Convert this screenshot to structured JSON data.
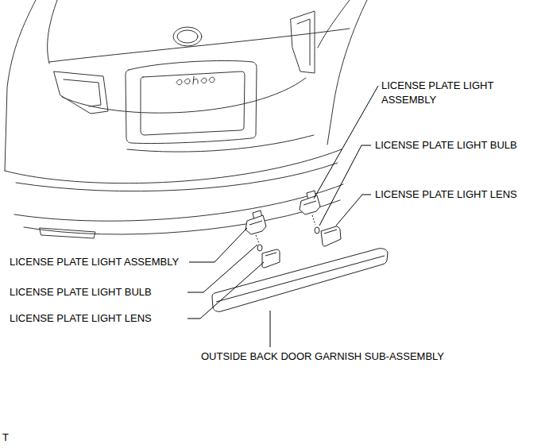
{
  "diagram": {
    "labels": [
      "LICENSE PLATE LIGHT ASSEMBLY",
      "LICENSE PLATE LIGHT BULB",
      "LICENSE PLATE LIGHT LENS",
      "LICENSE PLATE LIGHT ASSEMBLY",
      "LICENSE PLATE LIGHT BULB",
      "LICENSE PLATE LIGHT LENS",
      "OUTSIDE BACK DOOR GARNISH SUB-ASSEMBLY",
      "T"
    ]
  }
}
